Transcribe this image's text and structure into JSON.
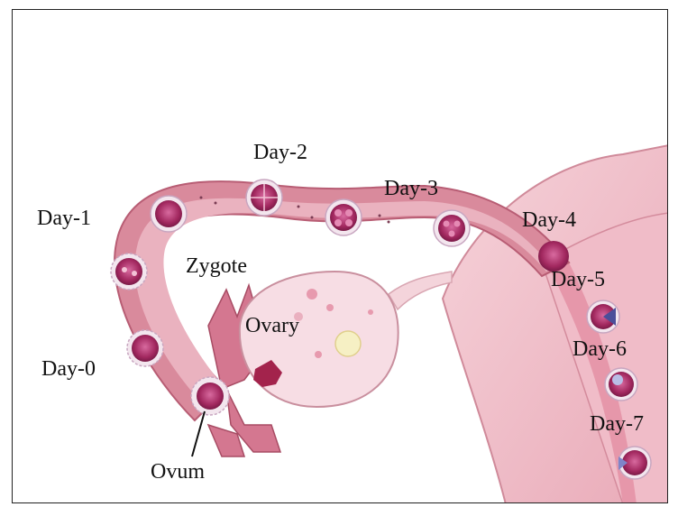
{
  "labels": {
    "day0": "Day-0",
    "day1": "Day-1",
    "day2": "Day-2",
    "day3": "Day-3",
    "day4": "Day-4",
    "day5": "Day-5",
    "day6": "Day-6",
    "day7": "Day-7",
    "zygote": "Zygote",
    "ovary": "Ovary",
    "ovum": "Ovum"
  },
  "colors": {
    "tube_outer": "#d98a9c",
    "tube_inner": "#eab2bf",
    "uterus": "#f2c6cf",
    "ovary": "#f7dde4",
    "embryo": "#b0306f",
    "embryo_ring": "#f3e6ee",
    "blastocyst_blue": "#4b4f9a"
  }
}
